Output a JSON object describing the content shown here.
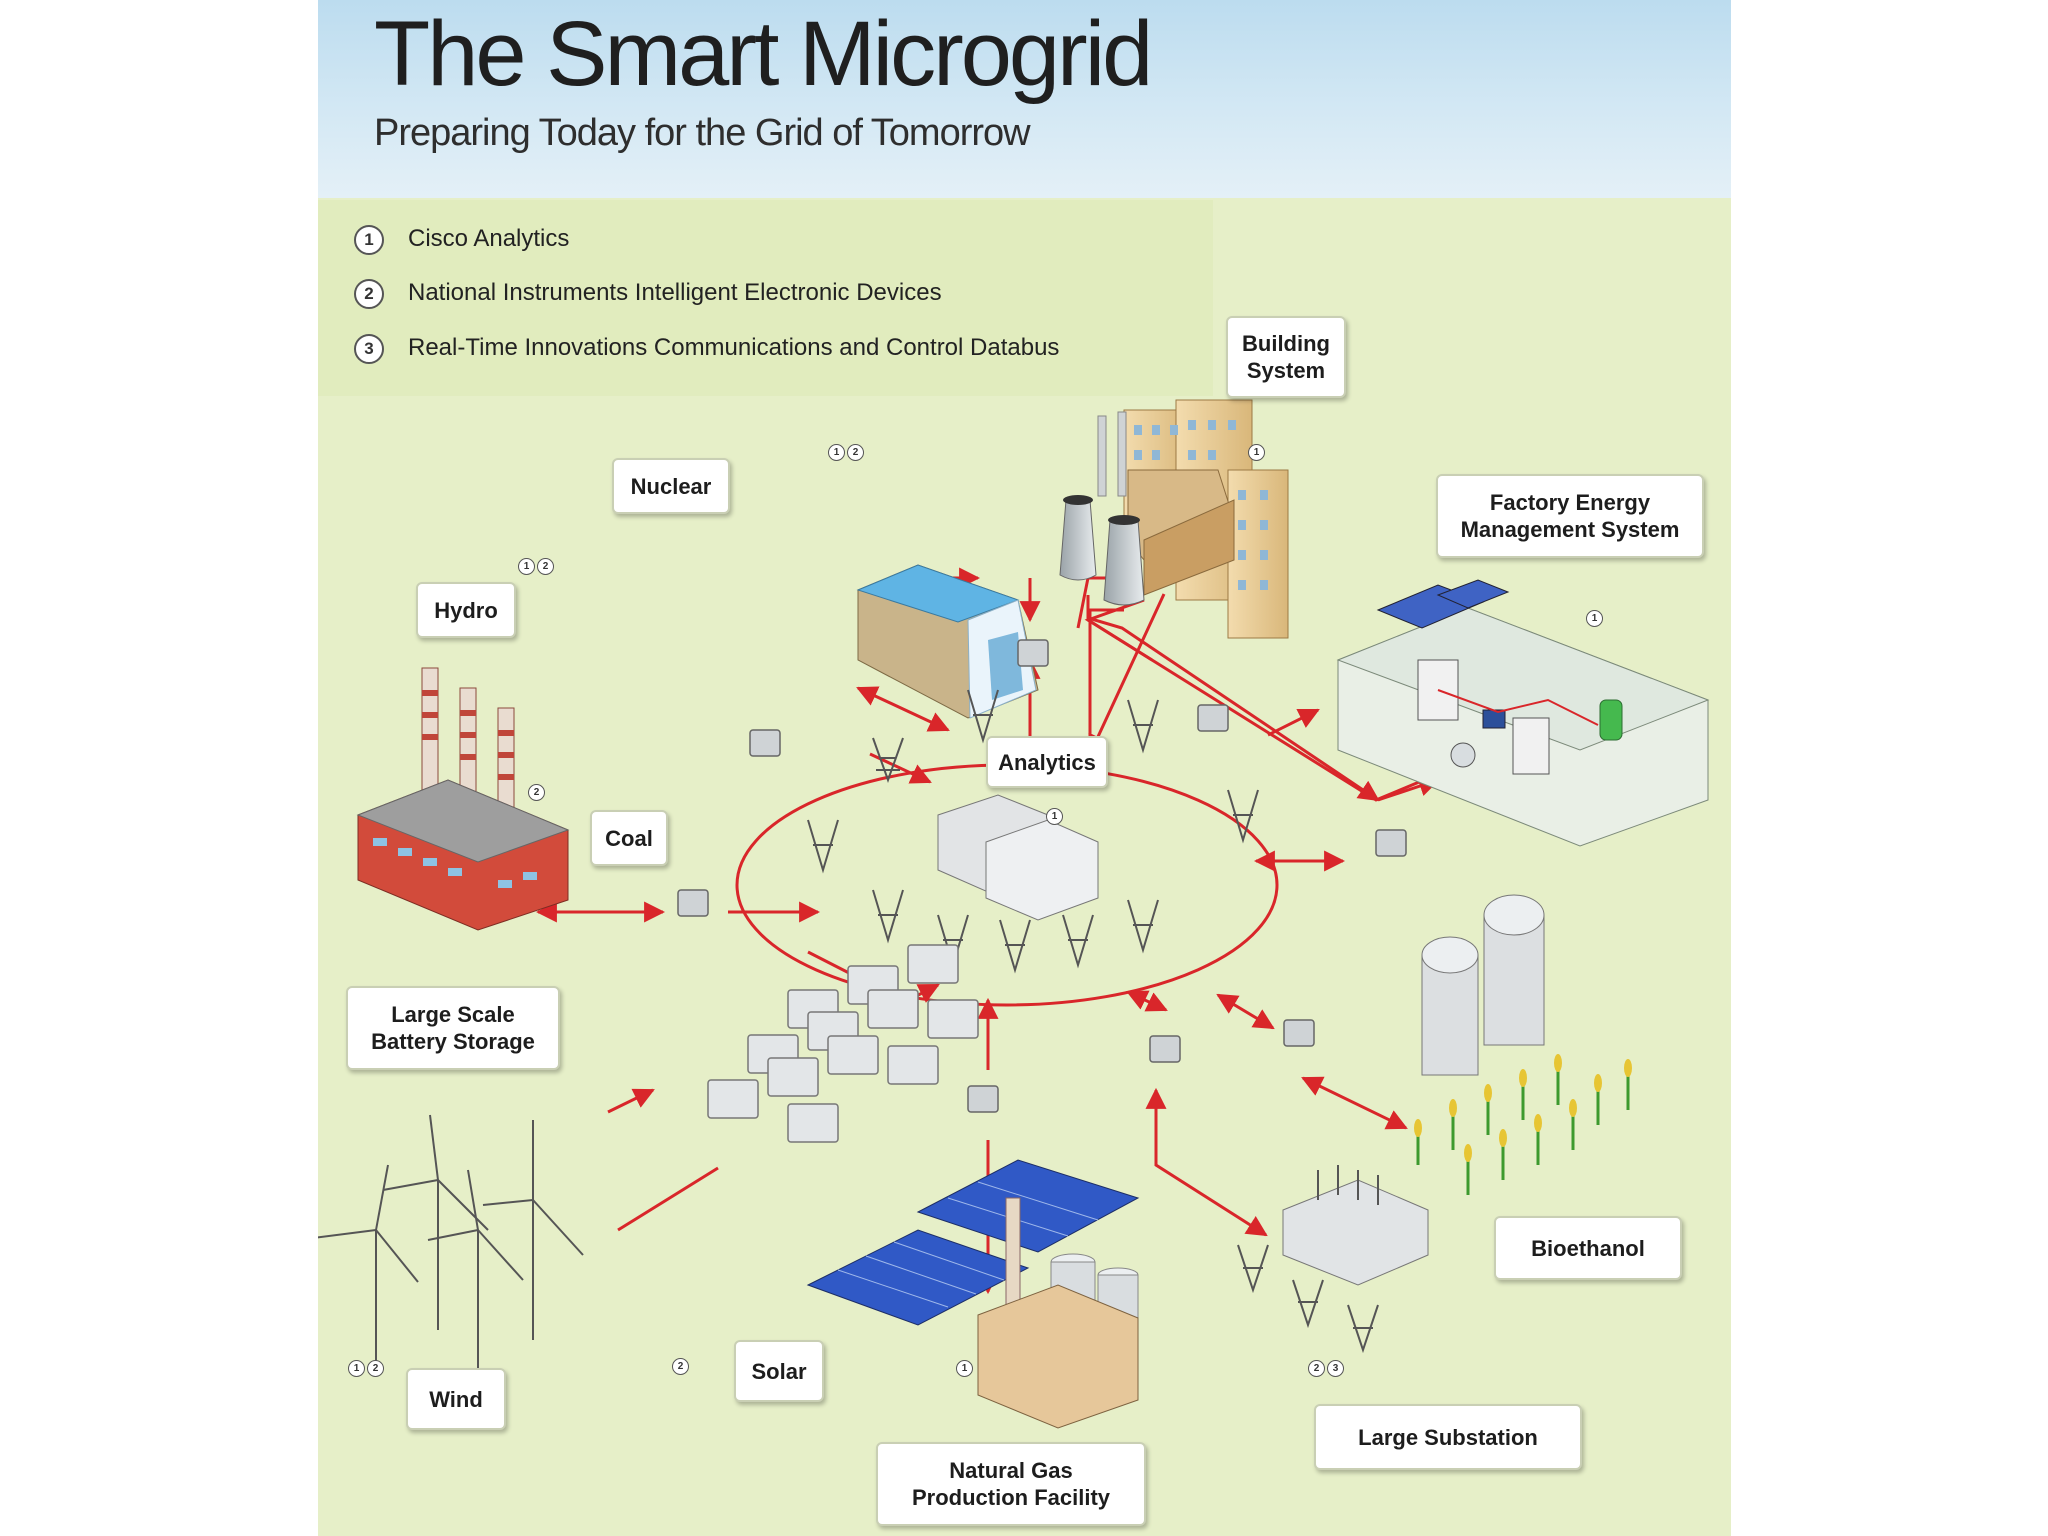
{
  "header": {
    "title": "The Smart Microgrid",
    "subtitle": "Preparing Today for the Grid of Tomorrow"
  },
  "legend": [
    {
      "num": "1",
      "text": "Cisco Analytics"
    },
    {
      "num": "2",
      "text": "National Instruments Intelligent Electronic Devices"
    },
    {
      "num": "3",
      "text": "Real-Time Innovations Communications and Control Databus"
    }
  ],
  "nodes": {
    "building_system": {
      "label": "Building\nSystem",
      "tags": [
        "1"
      ]
    },
    "nuclear": {
      "label": "Nuclear",
      "tags": [
        "1",
        "2"
      ]
    },
    "factory": {
      "label": "Factory Energy\nManagement System",
      "tags": [
        "1"
      ]
    },
    "hydro": {
      "label": "Hydro",
      "tags": [
        "1",
        "2"
      ]
    },
    "analytics": {
      "label": "Analytics",
      "tags": [
        "1"
      ]
    },
    "coal": {
      "label": "Coal",
      "tags": [
        "2"
      ]
    },
    "battery": {
      "label": "Large Scale\nBattery Storage",
      "tags": []
    },
    "bioethanol": {
      "label": "Bioethanol",
      "tags": []
    },
    "wind": {
      "label": "Wind",
      "tags": [
        "1",
        "2"
      ]
    },
    "solar": {
      "label": "Solar",
      "tags": [
        "2"
      ]
    },
    "natural_gas": {
      "label": "Natural Gas\nProduction Facility",
      "tags": [
        "1"
      ]
    },
    "substation": {
      "label": "Large Substation",
      "tags": [
        "2",
        "3"
      ]
    }
  },
  "colors": {
    "grid_line": "#d9262a",
    "background": "#e6efc8",
    "header": "#cfe5f2"
  }
}
